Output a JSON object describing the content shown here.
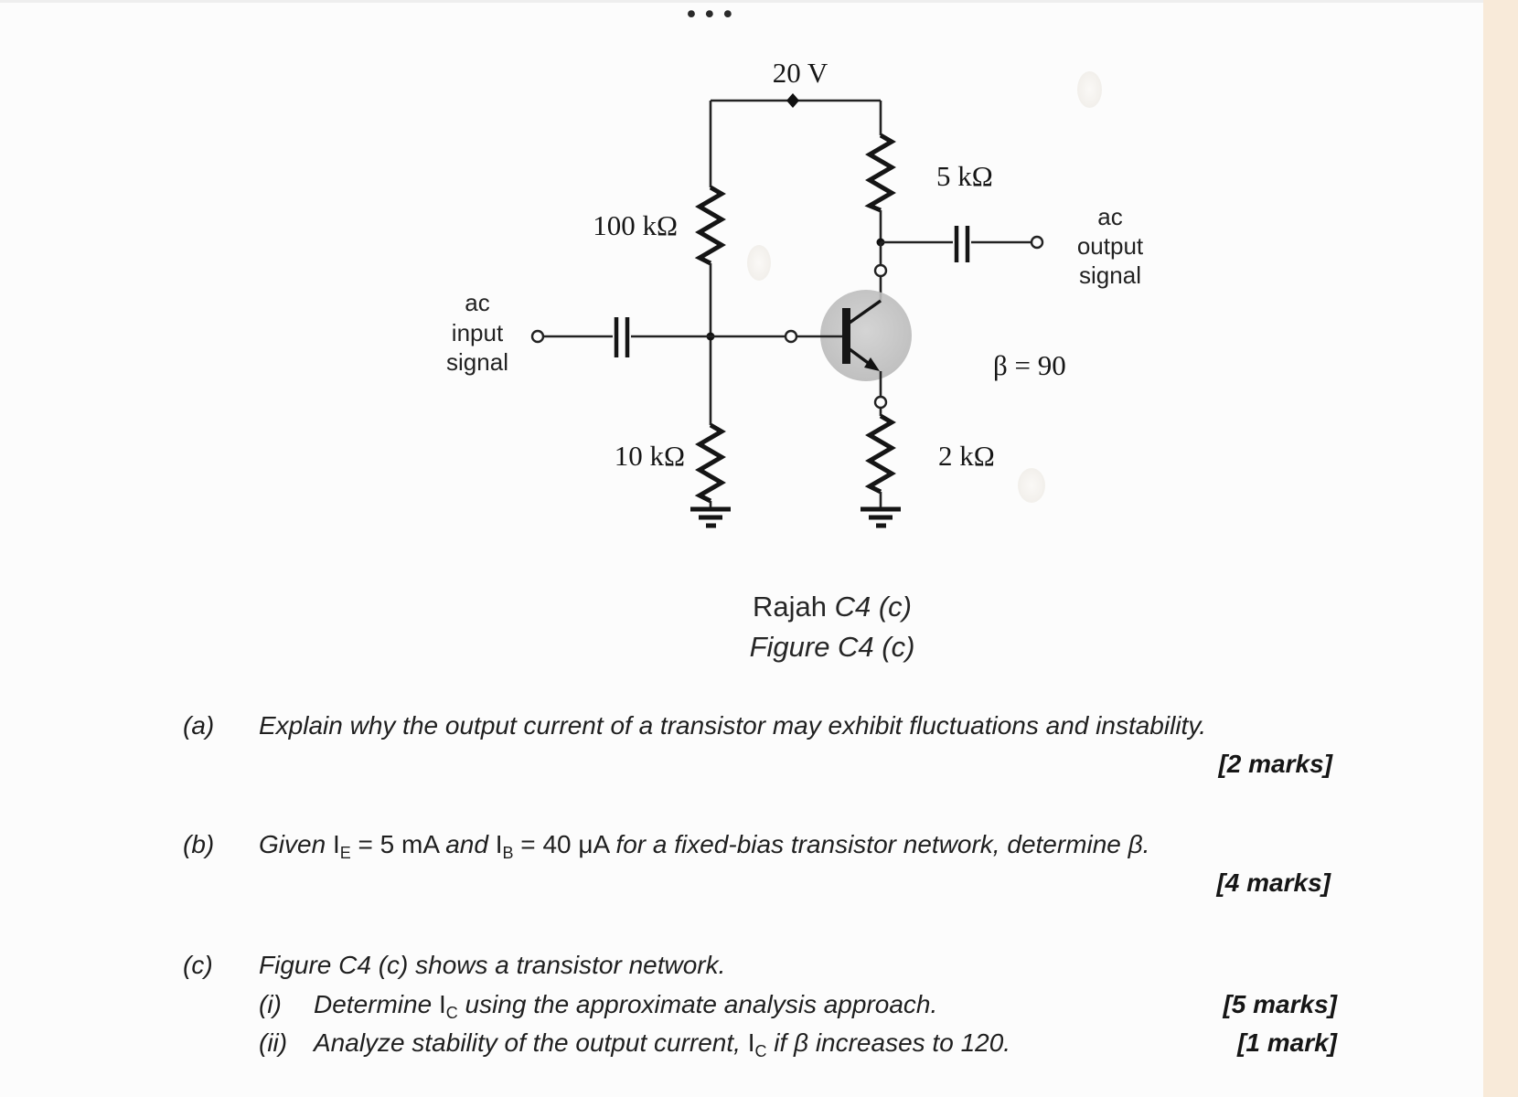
{
  "page": {
    "ellipsis": "•••",
    "colors": {
      "background": "#fcfcfc",
      "edge_strip": "#f8ead9",
      "ink": "#1d1d1d",
      "transistor_shade": "#c5c5c5"
    }
  },
  "circuit": {
    "supply_voltage": "20 V",
    "r_base_upper": "100 kΩ",
    "r_base_lower": "10 kΩ",
    "r_collector": "5 kΩ",
    "r_emitter": "2 kΩ",
    "beta": "β = 90",
    "input_label": {
      "l1": "ac",
      "l2": "input",
      "l3": "signal"
    },
    "output_label": {
      "l1": "ac",
      "l2": "output",
      "l3": "signal"
    }
  },
  "caption": {
    "line1_prefix": "Rajah ",
    "line1_ref": "C4 (c)",
    "line2": "Figure C4 (c)"
  },
  "questions": {
    "a": {
      "label": "(a)",
      "text": "Explain why the output current of a transistor may exhibit fluctuations and instability.",
      "marks": "[2 marks]"
    },
    "b": {
      "label": "(b)",
      "seg1": "Given ",
      "i1": "I",
      "i1sub": "E",
      "seg2": " = 5 mA ",
      "seg3": "and ",
      "i2": "I",
      "i2sub": "B",
      "seg4": " = 40 μA ",
      "seg5": "for a fixed-bias transistor network, determine β.",
      "marks": "[4 marks]"
    },
    "c": {
      "label": "(c)",
      "text": "Figure C4 (c) shows a transistor network.",
      "i": {
        "label": "(i)",
        "seg1": "Determine ",
        "sym": "I",
        "symsub": "C",
        "seg2": " using the approximate analysis approach.",
        "marks": "[5 marks]"
      },
      "ii": {
        "label": "(ii)",
        "seg1": "Analyze stability of the output current, ",
        "sym": "I",
        "symsub": "C",
        "seg2": " if β increases to 120.",
        "marks": "[1 mark]"
      }
    }
  }
}
